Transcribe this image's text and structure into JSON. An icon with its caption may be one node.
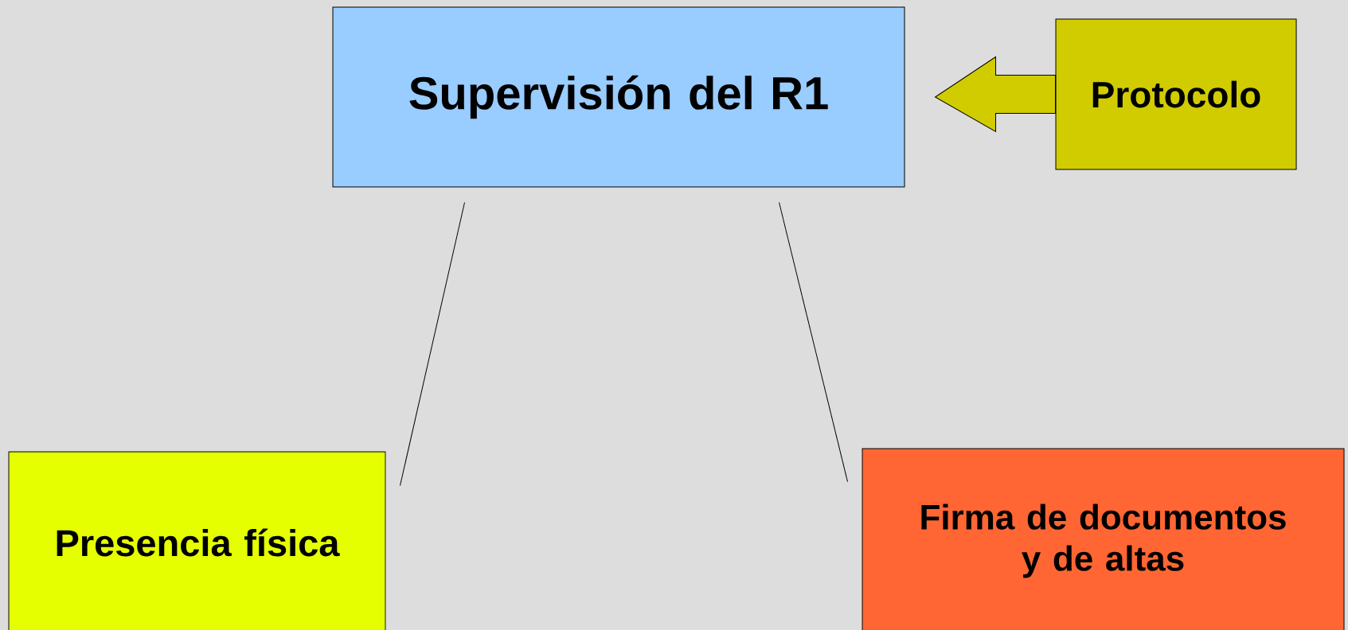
{
  "diagram": {
    "nodes": [
      {
        "text": [
          "Supervisión del R1"
        ]
      },
      {
        "text": [
          "Protocolo"
        ]
      },
      {
        "text": [
          "Presencia física"
        ]
      },
      {
        "text": [
          "Firma de documentos y de altas"
        ]
      }
    ],
    "edges": [
      {
        "from": 1,
        "to": 0,
        "arrow": "to"
      },
      {
        "from": 0,
        "to": 2,
        "arrow": "none"
      },
      {
        "from": 0,
        "to": 3,
        "arrow": "none"
      }
    ]
  }
}
